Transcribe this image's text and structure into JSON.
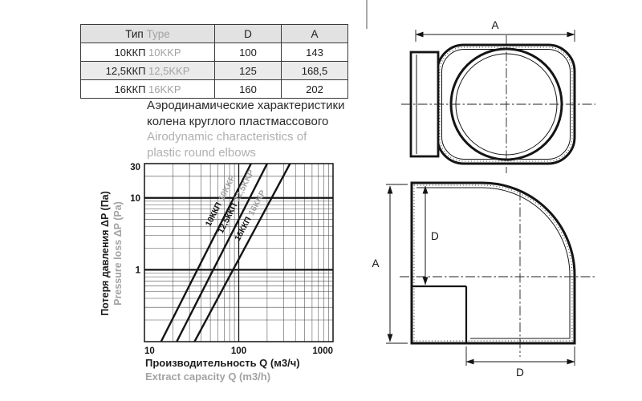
{
  "table": {
    "header": {
      "type_ru": "Тип",
      "type_en": "Type",
      "col_d": "D",
      "col_a": "A"
    },
    "rows": [
      {
        "name_ru": "10ККП",
        "name_en": "10KKP",
        "d": "100",
        "a": "143"
      },
      {
        "name_ru": "12,5ККП",
        "name_en": "12,5KKP",
        "d": "125",
        "a": "168,5"
      },
      {
        "name_ru": "16ККП",
        "name_en": "16KKP",
        "d": "160",
        "a": "202"
      }
    ]
  },
  "heading": {
    "ru_line1": "Аэродинамические характеристики",
    "ru_line2": "колена круглого пластмассового",
    "en_line1": "Airodynamic characteristics of",
    "en_line2": "plastic round elbows"
  },
  "chart_data": {
    "type": "line",
    "x_scale": "log",
    "y_scale": "log",
    "xlim": [
      10,
      1000
    ],
    "ylim": [
      0.1,
      30
    ],
    "x_ticks": [
      10,
      100,
      1000
    ],
    "y_ticks": [
      1,
      10,
      30
    ],
    "grid": "log minor + bold major lines at dP=1, dP=10, Q=100",
    "legend_position": "labels along lines",
    "xlabel_ru": "Производительность Q (м3/ч)",
    "xlabel_en": "Extract capacity Q (m3/h)",
    "ylabel_ru": "Потеря давления ΔP (Па)",
    "ylabel_en": "Pressure loss ΔP (Pa)",
    "series": [
      {
        "name_ru": "10ККП",
        "name_en": "10KKP",
        "points": [
          [
            15,
            0.1
          ],
          [
            135,
            30
          ]
        ]
      },
      {
        "name_ru": "12,5ККП",
        "name_en": "12,5KKP",
        "points": [
          [
            22,
            0.1
          ],
          [
            200,
            30
          ]
        ]
      },
      {
        "name_ru": "16ККП",
        "name_en": "16KKP",
        "points": [
          [
            34,
            0.1
          ],
          [
            350,
            30
          ]
        ]
      }
    ]
  },
  "drawings": {
    "front_dim_a": "A",
    "side_dim_a": "A",
    "side_dim_d_inlet": "D",
    "side_dim_d_outlet": "D"
  },
  "colors": {
    "ink": "#141414",
    "muted": "#a3a3a3",
    "grid": "#4a4a4a"
  }
}
